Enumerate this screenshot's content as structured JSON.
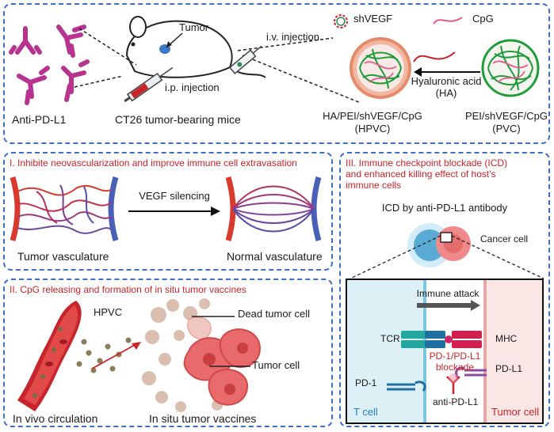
{
  "top": {
    "antibody_label": "Anti-PD-L1",
    "tumor_label": "Tumor",
    "mice_label": "CT26 tumor-bearing mice",
    "ip_label": "i.p. injection",
    "iv_label": "i.v. injection",
    "shvegf_label": "shVEGF",
    "cpg_label": "CpG",
    "ha_label_1": "Hyaluronic acid",
    "ha_label_2": "(HA)",
    "hpvc_label_1": "HA/PEI/shVEGF/CpG",
    "hpvc_label_2": "(HPVC)",
    "pvc_label_1": "PEI/shVEGF/CpG",
    "pvc_label_2": "(PVC)"
  },
  "panel1": {
    "title": "I. Inhibite neovascularization and improve immune cell extravasation",
    "arrow_label": "VEGF silencing",
    "left_label": "Tumor vasculature",
    "right_label": "Normal vasculature"
  },
  "panel2": {
    "title": "II. CpG releasing and formation of in situ tumor vaccines",
    "hpvc_label": "HPVC",
    "dead_label": "Dead  tumor cell",
    "tumor_label": "Tumor cell",
    "circulation_label": "In vivo circulation",
    "vaccine_label": "In situ tumor vaccines"
  },
  "panel3": {
    "title_1": "III. Immune checkpoint blockade (ICD)",
    "title_2": "and enhanced killing effect of host's",
    "title_3": "immune cells",
    "icd_label": "ICD by anti-PD-L1 antibody",
    "cancer_label": "Cancer cell",
    "attack_label": "Immune attack",
    "tcr_label": "TCR",
    "mhc_label": "MHC",
    "blockade_1": "PD-1/PD-L1",
    "blockade_2": "blockade",
    "pdl1_label": "PD-L1",
    "pd1_label": "PD-1",
    "antipdl1_label": "anti-PD-L1",
    "tcell_label": "T cell",
    "tumorcell_label": "Tumor cell"
  },
  "colors": {
    "dash_border": "#3f6fc4",
    "title_red": "#c8242b",
    "antibody": "#b8338f",
    "tcell_bg": "#dcf0f6",
    "tumor_bg": "#fbe6e6"
  },
  "icons": [
    "mouse-icon",
    "syringe-icon",
    "antibody-icon",
    "nanoparticle-icon",
    "blood-vessel-icon",
    "tumor-cell-icon"
  ]
}
